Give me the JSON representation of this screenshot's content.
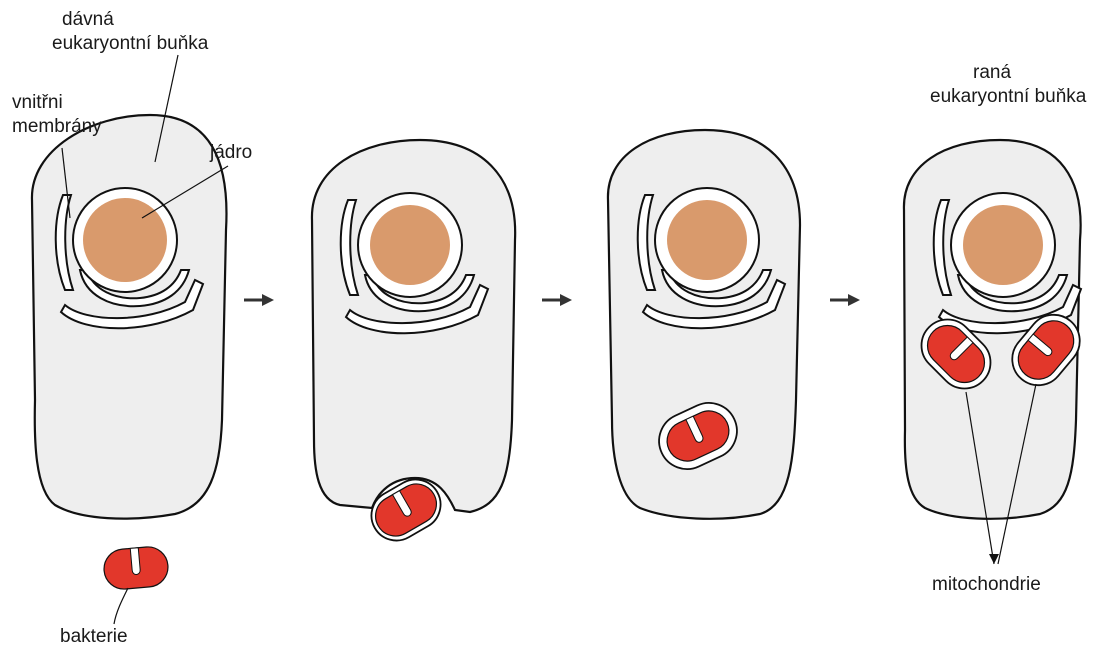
{
  "labels": {
    "ancient_cell": "dávná\neukaryontní buňka",
    "inner_membranes": "vnitřni\nmembrány",
    "nucleus": "jádro",
    "early_cell": "raná\neukaryontní buňka",
    "bacterium": "bakterie",
    "mitochondria": "mitochondrie"
  },
  "colors": {
    "cytoplasm": "#eeeeee",
    "nucleus": "#d99a6c",
    "bacterium": "#e2372b",
    "outline": "#111111"
  }
}
